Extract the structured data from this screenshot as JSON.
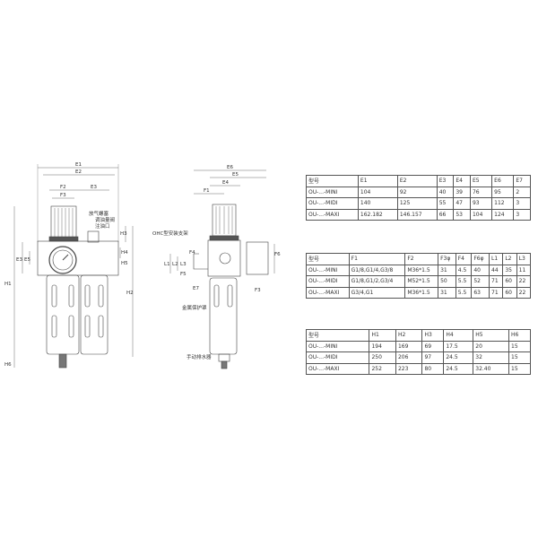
{
  "drawing_left": {
    "dims": [
      "E1",
      "E2",
      "F2",
      "F3",
      "E3",
      "H1",
      "H2",
      "H3",
      "H4",
      "H5",
      "H6",
      "E3",
      "E5"
    ],
    "callouts": [
      "放气螺塞",
      "调油量阀",
      "注油口"
    ]
  },
  "drawing_right": {
    "dims": [
      "E6",
      "E5",
      "E4",
      "F1",
      "F6",
      "L1",
      "L2",
      "L3",
      "F4",
      "F5",
      "E7",
      "F3"
    ],
    "callouts": [
      "OHC型安装支架",
      "金属保护罩",
      "手动排水器"
    ]
  },
  "tables": [
    {
      "header": [
        "型号",
        "E1",
        "E2",
        "E3",
        "E4",
        "E5",
        "E6",
        "E7"
      ],
      "rows": [
        [
          "OU-...-MINI",
          "104",
          "92",
          "40",
          "39",
          "76",
          "95",
          "2"
        ],
        [
          "OU-...-MIDI",
          "140",
          "125",
          "55",
          "47",
          "93",
          "112",
          "3"
        ],
        [
          "OU-...-MAXI",
          "162.182",
          "146.157",
          "66",
          "53",
          "104",
          "124",
          "3"
        ]
      ]
    },
    {
      "header": [
        "型号",
        "F1",
        "F2",
        "F3φ",
        "F4",
        "F6φ",
        "L1",
        "L2",
        "L3"
      ],
      "rows": [
        [
          "OU-...-MINI",
          "G1/8,G1/4,G3/8",
          "M36*1.5",
          "31",
          "4.5",
          "40",
          "44",
          "35",
          "11"
        ],
        [
          "OU-...-MIDI",
          "G1/8,G1/2,G3/4",
          "M52*1.5",
          "50",
          "5.5",
          "52",
          "71",
          "60",
          "22"
        ],
        [
          "OU-...-MAXI",
          "G3/4,G1",
          "M36*1.5",
          "31",
          "5.5",
          "63",
          "71",
          "60",
          "22"
        ]
      ]
    },
    {
      "header": [
        "型号",
        "H1",
        "H2",
        "H3",
        "H4",
        "H5",
        "H6"
      ],
      "rows": [
        [
          "OU-...-MINI",
          "194",
          "169",
          "69",
          "17.5",
          "20",
          "15"
        ],
        [
          "OU-...-MIDI",
          "250",
          "206",
          "97",
          "24.5",
          "32",
          "15"
        ],
        [
          "OU-...-MAXI",
          "252",
          "223",
          "80",
          "24.5",
          "32.40",
          "15"
        ]
      ]
    }
  ]
}
